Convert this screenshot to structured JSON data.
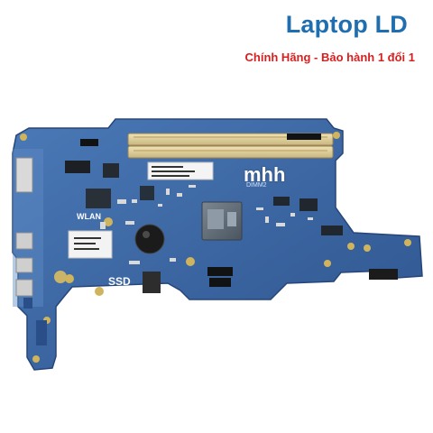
{
  "branding": {
    "title": "Laptop LD",
    "tagline": "Chính Hãng - Bảo hành 1 đổi 1"
  },
  "board": {
    "watermark": "mhh",
    "labels": {
      "wlan": "WLAN",
      "ssd": "SSD",
      "dimm": "DIMM2"
    }
  },
  "colors": {
    "title": "#1f6fb0",
    "tagline": "#d81f1f",
    "pcb": "#3f6aa8",
    "pcb_dark": "#2c4f88"
  }
}
